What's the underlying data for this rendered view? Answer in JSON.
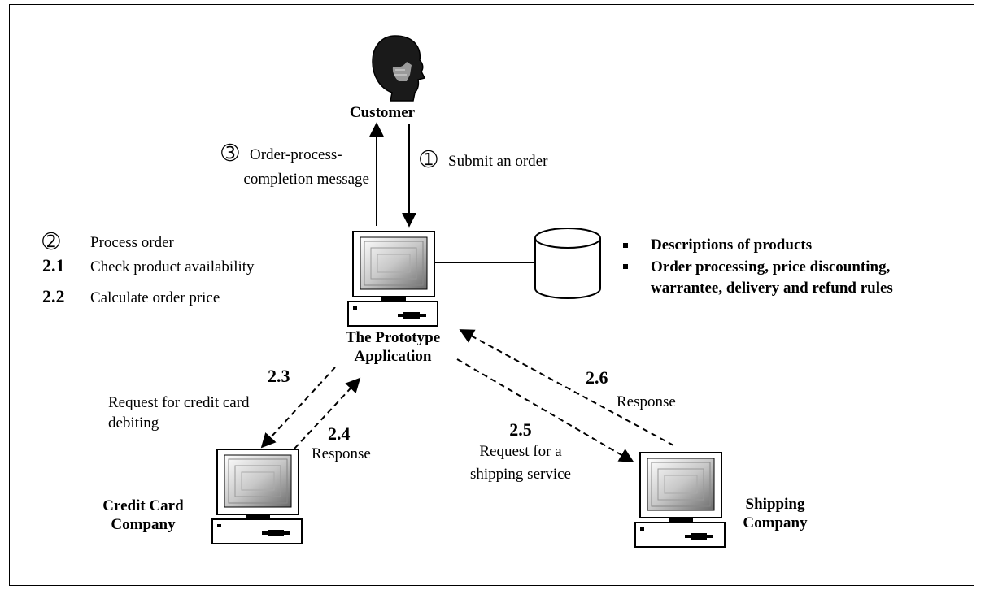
{
  "nodes": {
    "customer": "Customer",
    "prototype_line1": "The Prototype",
    "prototype_line2": "Application",
    "credit_line1": "Credit Card",
    "credit_line2": "Company",
    "shipping_line1": "Shipping",
    "shipping_line2": "Company"
  },
  "steps": {
    "step1_symbol": "➀",
    "step1_label": "Submit an order",
    "step3_symbol": "➂",
    "step3_line1": "Order-process-",
    "step3_line2": "completion message",
    "step2_symbol": "➁",
    "step2_label": "Process order",
    "step21_num": "2.1",
    "step21_label": "Check product availability",
    "step22_num": "2.2",
    "step22_label": "Calculate order price",
    "step23_num": "2.3",
    "step23_line1": "Request for credit card",
    "step23_line2": "debiting",
    "step24_num": "2.4",
    "step24_label": "Response",
    "step25_num": "2.5",
    "step25_line1": "Request for a",
    "step25_line2": "shipping service",
    "step26_num": "2.6",
    "step26_label": "Response"
  },
  "database": {
    "item1": "Descriptions of products",
    "item2_line1": "Order processing, price discounting,",
    "item2_line2": "warrantee, delivery and refund rules"
  }
}
